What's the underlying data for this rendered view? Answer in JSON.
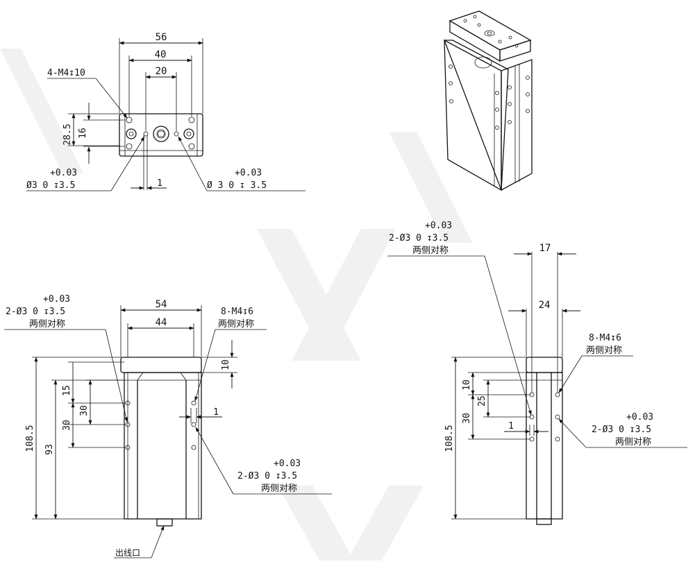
{
  "drawing": {
    "top_view": {
      "dims": {
        "w56": "56",
        "w40": "40",
        "w20": "20",
        "h285": "28.5",
        "h16": "16",
        "d1": "1"
      },
      "callout_tap": "4-M4↧10",
      "left_hole": {
        "tol": "+0.03",
        "spec": "Ø3  0  ↧3.5"
      },
      "right_hole": {
        "tol": "+0.03",
        "spec": "Ø 3  0  ↧ 3.5"
      }
    },
    "front_view": {
      "dims": {
        "w54": "54",
        "w44": "44",
        "h10": "10",
        "h1085": "108.5",
        "h93": "93",
        "h15": "15",
        "h30a": "30",
        "h30b": "30",
        "d1": "1"
      },
      "left_callout": {
        "tol": "+0.03",
        "spec": "2-Ø3  0  ↧3.5",
        "note": "两侧对称"
      },
      "tap_callout": {
        "spec": "8-M4↧6",
        "note": "两侧对称"
      },
      "bottom_callout": {
        "tol": "+0.03",
        "spec": "2-Ø3  0  ↧3.5",
        "note": "两侧对称"
      },
      "outlet_label": "出线口"
    },
    "side_view": {
      "dims": {
        "w17": "17",
        "w24": "24",
        "h1085": "108.5",
        "h10": "10",
        "h25": "25",
        "h30": "30",
        "d1": "1"
      },
      "top_callout": {
        "tol": "+0.03",
        "spec": "2-Ø3  0  ↧3.5",
        "note": "两侧对称"
      },
      "tap_callout": {
        "spec": "8-M4↧6",
        "note": "两侧对称"
      },
      "right_callout": {
        "tol": "+0.03",
        "spec": "2-Ø3  0  ↧3.5",
        "note": "两侧对称"
      }
    }
  }
}
